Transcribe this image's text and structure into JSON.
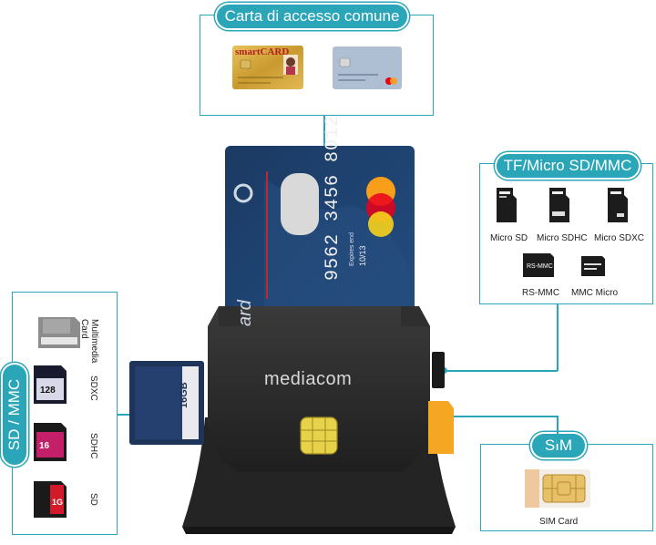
{
  "top_section": {
    "title": "Carta di accesso comune",
    "smartcard": {
      "brand": "smartCARD"
    }
  },
  "tf_section": {
    "title": "TF/Micro SD/MMC",
    "items": [
      {
        "label": "Micro SD"
      },
      {
        "label": "Micro SDHC"
      },
      {
        "label": "Micro SDXC"
      },
      {
        "label": "RS-MMC"
      },
      {
        "label": "MMC Micro"
      }
    ]
  },
  "sd_section": {
    "title": "SD / MMC",
    "items": [
      {
        "label": "Multimedia Card"
      },
      {
        "label": "SDXC"
      },
      {
        "label": "SDHC"
      },
      {
        "label": "SD"
      }
    ]
  },
  "sim_section": {
    "title": "SIM",
    "label": "SIM Card"
  },
  "device": {
    "brand": "mediacom",
    "inserted_card": {
      "number": "9562 3456 8012",
      "expiry_label": "Expires end",
      "expiry": "10/13",
      "fragment": "ard"
    },
    "inserted_sd": {
      "capacity": "16GB"
    }
  },
  "colors": {
    "accent": "#2aa6b8",
    "device": "#2b2b2b",
    "card_blue": "#1f3f66",
    "sim_orange": "#f5a623"
  }
}
